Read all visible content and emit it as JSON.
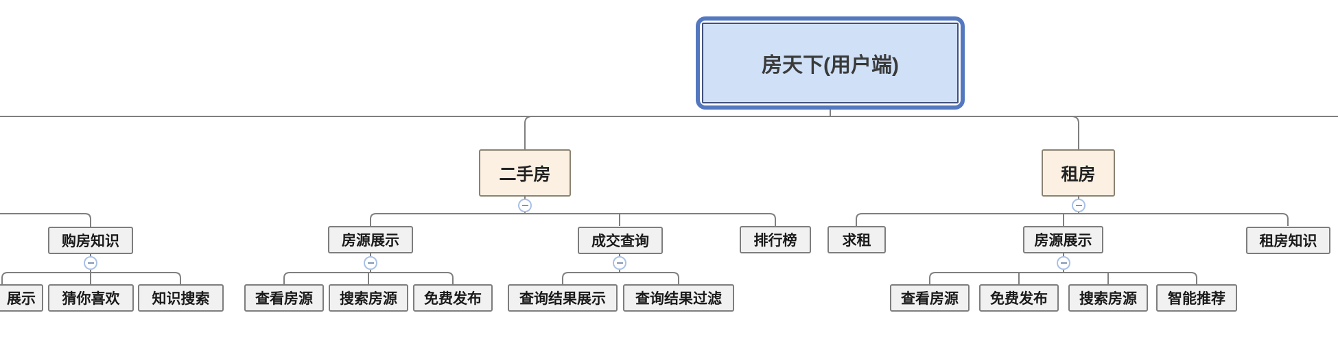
{
  "root": {
    "label": "房天下(用户端)"
  },
  "branches": [
    {
      "label": "二手房",
      "children": [
        {
          "label": "房源展示",
          "children": [
            {
              "label": "查看房源"
            },
            {
              "label": "搜索房源"
            },
            {
              "label": "免费发布"
            }
          ]
        },
        {
          "label": "成交查询",
          "children": [
            {
              "label": "查询结果展示"
            },
            {
              "label": "查询结果过滤"
            }
          ]
        },
        {
          "label": "排行榜"
        }
      ]
    },
    {
      "label": "租房",
      "children": [
        {
          "label": "求租"
        },
        {
          "label": "房源展示",
          "children": [
            {
              "label": "查看房源"
            },
            {
              "label": "免费发布"
            },
            {
              "label": "搜索房源"
            },
            {
              "label": "智能推荐"
            }
          ]
        },
        {
          "label": "租房知识"
        }
      ]
    }
  ],
  "offscreen": {
    "children": [
      {
        "label": "购房知识",
        "children": [
          {
            "label": "展示"
          },
          {
            "label": "猜你喜欢"
          },
          {
            "label": "知识搜索"
          }
        ]
      }
    ]
  },
  "icons": {
    "collapse": "minus-in-circle"
  },
  "colors": {
    "connector": "#7f7f7f",
    "node_fill": "#f1f1f1",
    "node_border": "#7d7d7d",
    "branch_fill": "#fbf0e2",
    "branch_border": "#8a8272",
    "root_fill": "#cfe0f7",
    "root_border_outer": "#5478c0",
    "root_border_inner": "#41507a",
    "collapse_ring": "#a9c0e6",
    "collapse_minus": "#8095b3"
  }
}
